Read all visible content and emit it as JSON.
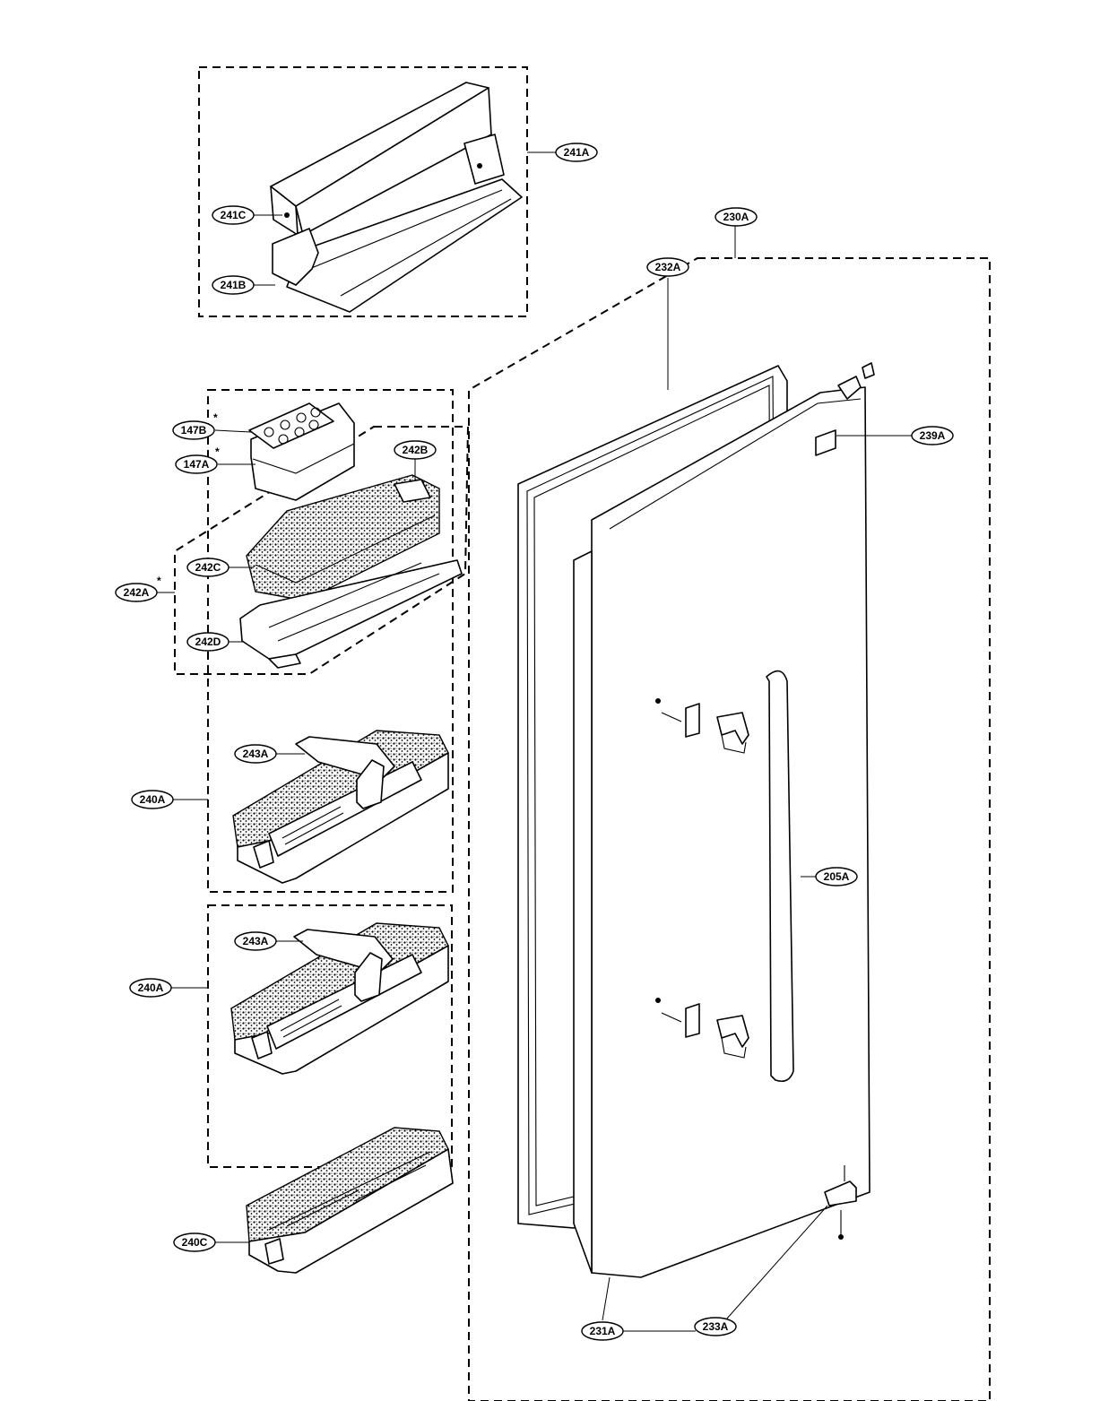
{
  "diagram": {
    "labels": {
      "l241A": "241A",
      "l241C": "241C",
      "l241B": "241B",
      "l230A": "230A",
      "l232A": "232A",
      "l239A": "239A",
      "l147B": "147B",
      "l147A": "147A",
      "l242B": "242B",
      "l242C": "242C",
      "l242A": "242A",
      "l242D": "242D",
      "l243A_1": "243A",
      "l240A_1": "240A",
      "l205A": "205A",
      "l243A_2": "243A",
      "l240A_2": "240A",
      "l240C": "240C",
      "l231A": "231A",
      "l233A": "233A"
    },
    "asterisk": "*"
  }
}
